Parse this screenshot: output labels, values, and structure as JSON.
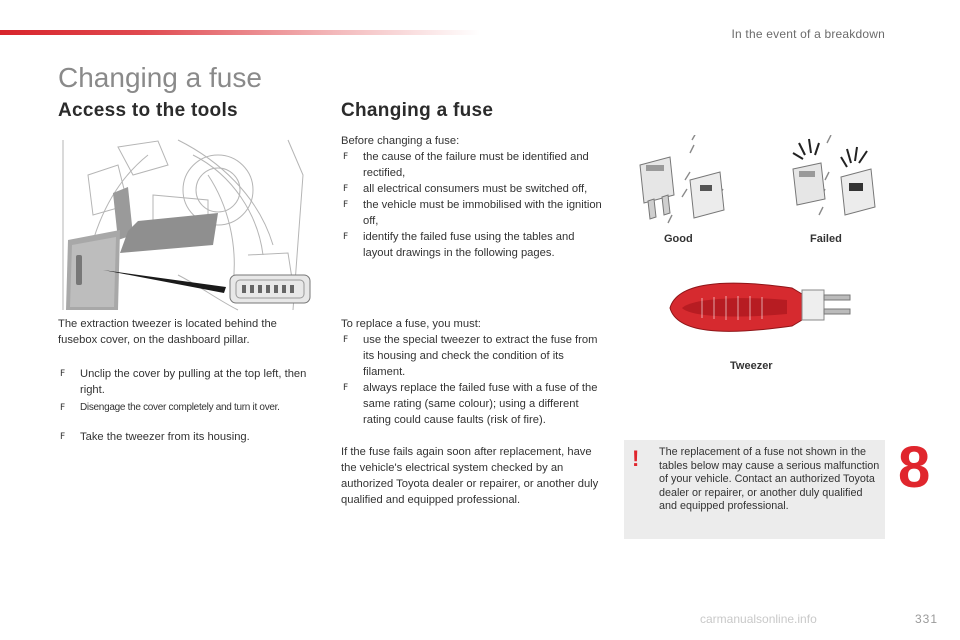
{
  "header": {
    "section": "In the event of a breakdown"
  },
  "title": "Changing a fuse",
  "left": {
    "heading": "Access to the tools",
    "intro": "The extraction tweezer is located behind the fusebox cover, on the dashboard pillar.",
    "steps": [
      "Unclip the cover by pulling at the top left, then right.",
      "Disengage the cover completely and turn it over.",
      "Take the tweezer from its housing."
    ]
  },
  "middle": {
    "heading": "Changing a fuse",
    "before_intro": "Before changing a fuse:",
    "before_items": [
      "the cause of the failure must be identified and rectified,",
      "all electrical consumers must be switched off,",
      "the vehicle must be immobilised with the ignition off,",
      "identify the failed fuse using the tables and layout drawings in the following pages."
    ],
    "replace_intro": "To replace a fuse, you must:",
    "replace_items": [
      "use the special tweezer to extract the fuse from its housing and check the condition of its filament.",
      "always replace the failed fuse with a fuse of the same rating (same colour); using a different rating could cause faults (risk of fire)."
    ],
    "closing": "If the fuse fails again soon after replacement, have the vehicle's electrical system checked by an authorized Toyota dealer or repairer, or another duly qualified and equipped professional."
  },
  "right": {
    "label_good": "Good",
    "label_failed": "Failed",
    "label_tweezer": "Tweezer",
    "warning": "The replacement of a fuse not shown in the tables below may cause a serious malfunction of your vehicle. Contact an authorized Toyota dealer or repairer, or another duly qualified and equipped professional."
  },
  "chapter": "8",
  "page_number": "331",
  "watermark": "carmanualsonline.info",
  "colors": {
    "accent": "#e0262d",
    "box": "#ececec"
  }
}
